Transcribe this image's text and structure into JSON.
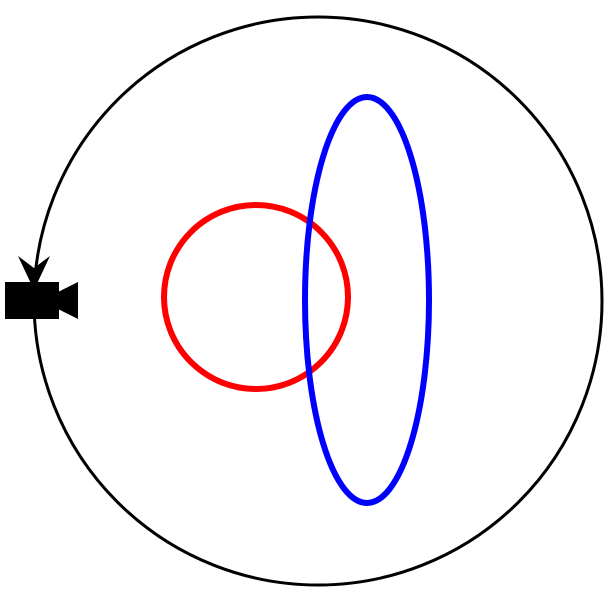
{
  "diagram": {
    "shapes": [
      {
        "name": "orbit-circle",
        "kind": "circle",
        "stroke": "#000000"
      },
      {
        "name": "red-circle",
        "kind": "circle",
        "stroke": "#ff0000"
      },
      {
        "name": "blue-ellipse",
        "kind": "ellipse",
        "stroke": "#0000ff"
      }
    ],
    "icons": [
      {
        "name": "video-camera-icon",
        "color": "#000000"
      },
      {
        "name": "orbit-direction-arrow-icon",
        "color": "#000000"
      }
    ]
  }
}
